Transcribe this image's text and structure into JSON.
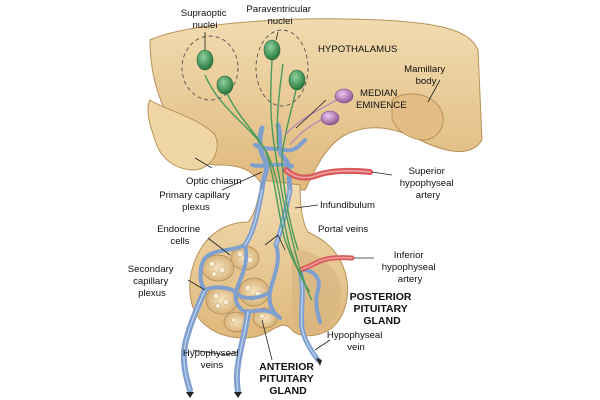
{
  "labels": {
    "supraoptic": [
      "Supraoptic",
      "nuclei"
    ],
    "paraventricular": [
      "Paraventricular",
      "nuclei"
    ],
    "hypothalamus": "HYPOTHALAMUS",
    "mamillary": [
      "Mamillary",
      "body"
    ],
    "median_eminence": [
      "MEDIAN",
      "EMINENCE"
    ],
    "optic_chiasm": "Optic chiasm",
    "superior_artery": [
      "Superior",
      "hypophyseal",
      "artery"
    ],
    "primary_plexus": [
      "Primary capillary",
      "plexus"
    ],
    "infundibulum": "Infundibulum",
    "endocrine": [
      "Endocrine",
      "cells"
    ],
    "portal_veins": "Portal veins",
    "secondary_plexus": [
      "Secondary",
      "capillary",
      "plexus"
    ],
    "inferior_artery": [
      "Inferior",
      "hypophyseal",
      "artery"
    ],
    "posterior": [
      "POSTERIOR",
      "PITUITARY",
      "GLAND"
    ],
    "hypophyseal_vein": [
      "Hypophyseal",
      "vein"
    ],
    "hypophyseal_veins": [
      "Hypophyseal",
      "veins"
    ],
    "anterior": [
      "ANTERIOR",
      "PITUITARY",
      "GLAND"
    ]
  },
  "colors": {
    "tissue": "#e9c994",
    "tissue_dark": "#c9a067",
    "vein": "#7f9fcf",
    "artery": "#d95a5a",
    "neuron_green": "#3f9a5a",
    "neuron_purple": "#b783b8",
    "axon_green": "#4a9a5a"
  }
}
